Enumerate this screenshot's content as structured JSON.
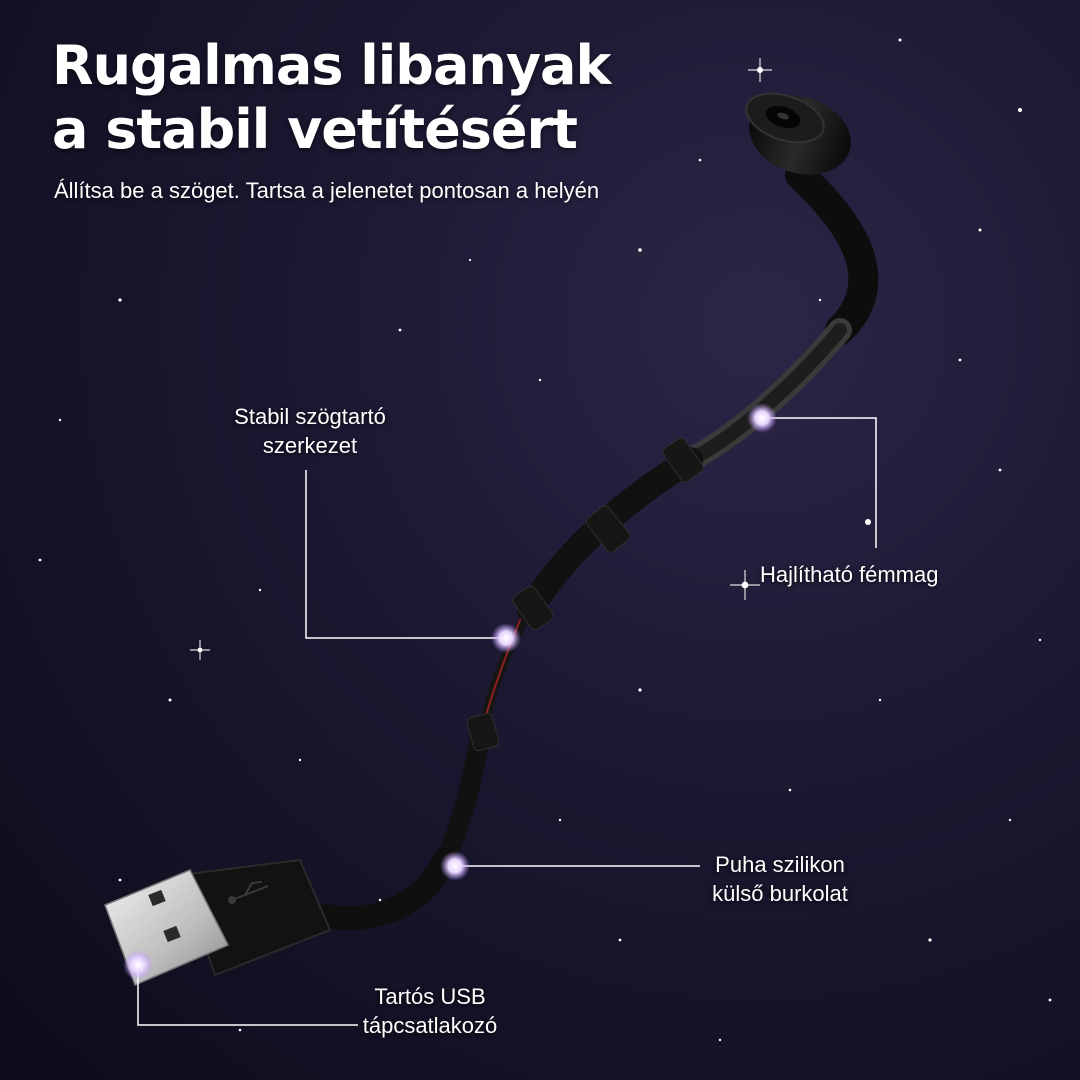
{
  "headline": {
    "line1": "Rugalmas libanyak",
    "line2": "a stabil vetítésért",
    "subtitle": "Állítsa be a szöget. Tartsa a jelenetet pontosan a helyén"
  },
  "callouts": {
    "angle_holder": {
      "line1": "Stabil szögtartó",
      "line2": "szerkezet"
    },
    "metal_core": {
      "line1": "Hajlítható fémmag"
    },
    "silicone": {
      "line1": "Puha szilikon",
      "line2": "külső burkolat"
    },
    "usb": {
      "line1": "Tartós USB",
      "line2": "tápcsatlakozó"
    }
  },
  "colors": {
    "background": "#1a1730",
    "callout_dot": "#e9d8ff",
    "callout_line": "#ffffff",
    "cable": "#111111"
  },
  "illustration": {
    "subject": "flexible gooseneck USB cable",
    "icon": "usb-symbol-icon"
  }
}
